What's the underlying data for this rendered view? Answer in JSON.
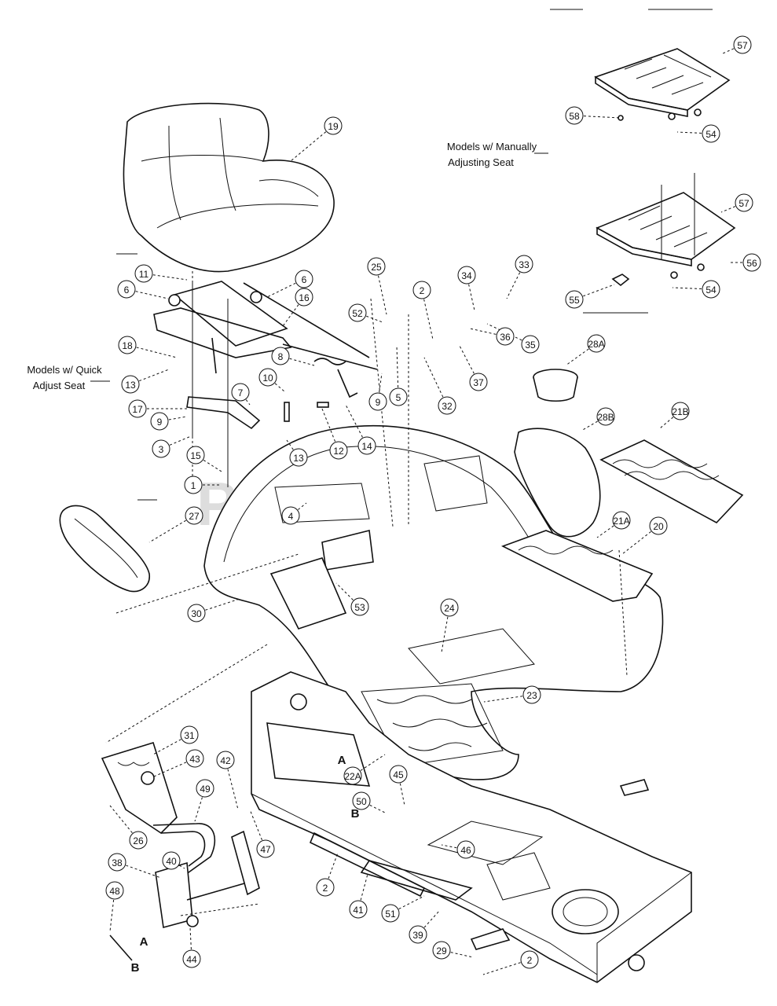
{
  "watermark": "PartsTree",
  "notes": {
    "manual_seat_line1": "Models w/ Manually",
    "manual_seat_line2": "Adjusting Seat",
    "quick_seat_line1": "Models w/ Quick",
    "quick_seat_line2": "Adjust Seat"
  },
  "letters": [
    "A",
    "A",
    "B",
    "B"
  ],
  "parts": [
    "57",
    "58",
    "54",
    "57",
    "56",
    "55",
    "54",
    "28A",
    "28B",
    "21B",
    "21A",
    "20",
    "19",
    "11",
    "6",
    "6",
    "16",
    "18",
    "13",
    "17",
    "9",
    "3",
    "15",
    "1",
    "10",
    "8",
    "7",
    "12",
    "14",
    "13",
    "4",
    "25",
    "52",
    "2",
    "9",
    "5",
    "32",
    "34",
    "33",
    "35",
    "36",
    "37",
    "27",
    "30",
    "53",
    "24",
    "23",
    "22A",
    "45",
    "50",
    "46",
    "31",
    "43",
    "42",
    "49",
    "26",
    "47",
    "38",
    "40",
    "48",
    "44",
    "2",
    "41",
    "51",
    "39",
    "29",
    "2"
  ]
}
